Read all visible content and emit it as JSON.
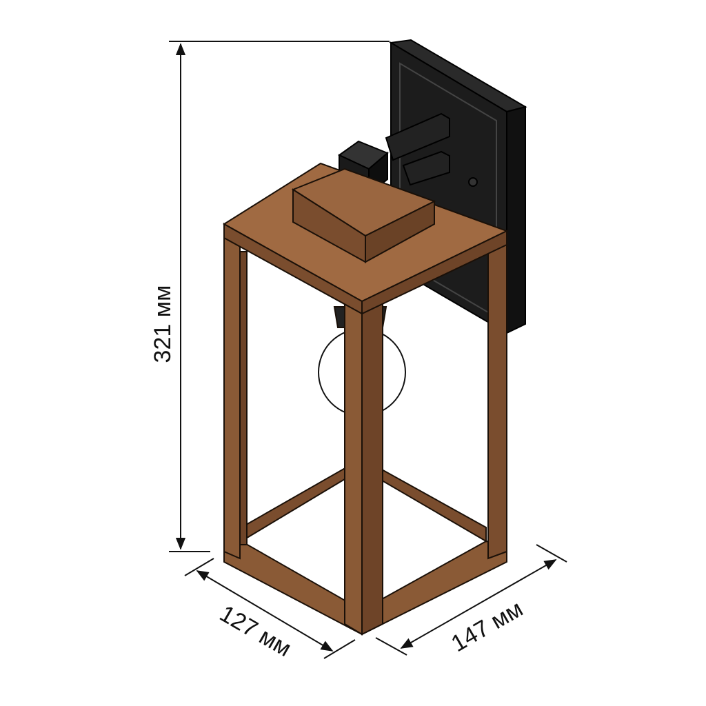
{
  "dimensions": {
    "height": "321 мм",
    "depth": "127 мм",
    "width": "147 мм"
  },
  "colors": {
    "wood": "#8a5a36",
    "wood_light": "#a06a42",
    "wood_dark": "#6e4428",
    "metal": "#1c1c1c",
    "line": "#111111"
  }
}
